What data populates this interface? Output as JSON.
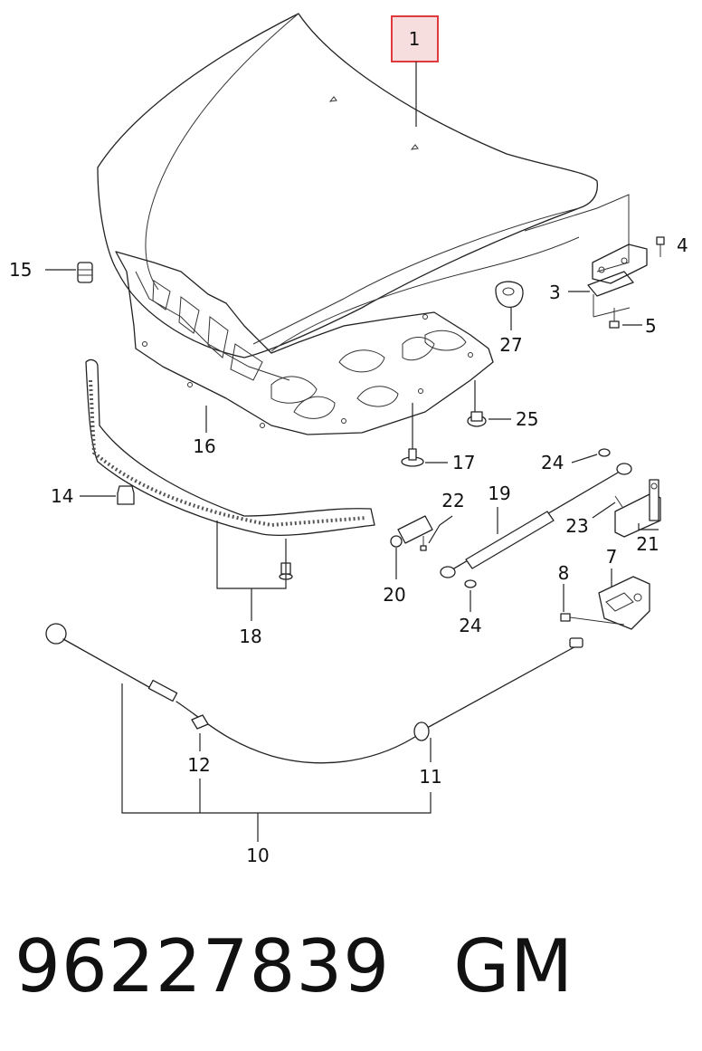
{
  "callouts": {
    "c1": "1",
    "c3": "3",
    "c4": "4",
    "c5": "5",
    "c7": "7",
    "c8": "8",
    "c10": "10",
    "c11": "11",
    "c12": "12",
    "c14": "14",
    "c15": "15",
    "c16": "16",
    "c17": "17",
    "c18": "18",
    "c19": "19",
    "c20": "20",
    "c21": "21",
    "c22": "22",
    "c23": "23",
    "c24a": "24",
    "c24b": "24",
    "c25": "25",
    "c27": "27"
  },
  "footer": {
    "part_number": "96227839",
    "brand": "GM"
  },
  "colors": {
    "highlight_box": "#e0393e",
    "highlight_fill": "#f6dede",
    "line": "#222222"
  }
}
